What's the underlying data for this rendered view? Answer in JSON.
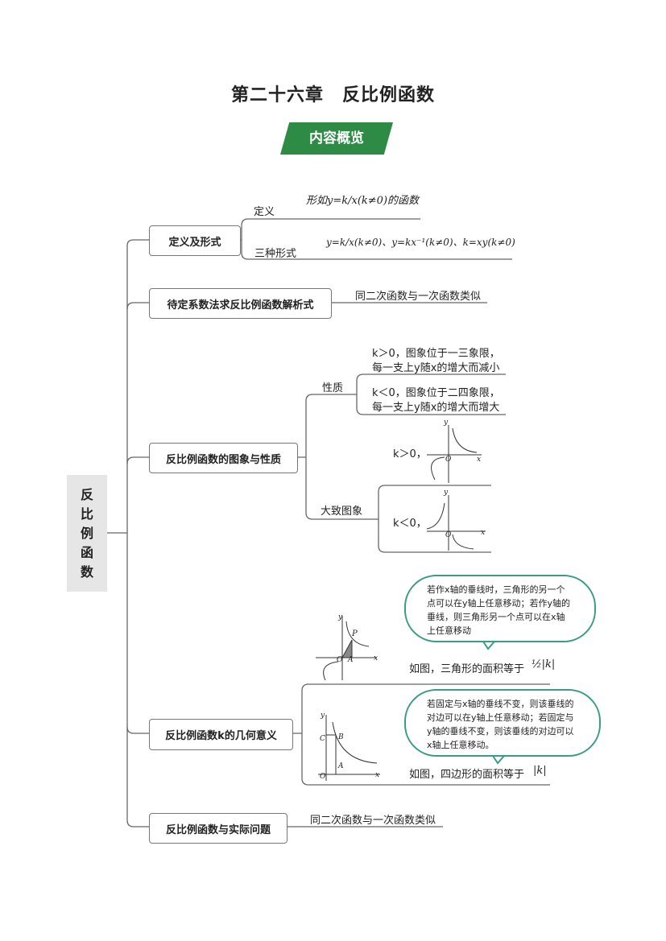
{
  "title": "第二十六章　反比例函数",
  "banner": "内容概览",
  "root": [
    "反",
    "比",
    "例",
    "函",
    "数"
  ],
  "branches": [
    {
      "label": "定义及形式",
      "children": [
        {
          "label": "定义",
          "content": "形如y=k/x(k≠0)的函数"
        },
        {
          "label": "三种形式",
          "content": "y=k/x(k≠0)、y=kx⁻¹(k≠0)、k=xy(k≠0)"
        }
      ]
    },
    {
      "label": "待定系数法求反比例函数解析式",
      "content": "同二次函数与一次函数类似"
    },
    {
      "label": "反比例函数的图象与性质",
      "children": [
        {
          "label": "性质",
          "items": [
            "k＞0，图象位于一三象限，",
            "每一支上y随x的增大而减小",
            "k＜0，图象位于二四象限，",
            "每一支上y随x的增大而增大"
          ]
        },
        {
          "label": "大致图象",
          "items": [
            "k＞0，",
            "k＜0，"
          ]
        }
      ]
    },
    {
      "label": "反比例函数k的几何意义",
      "children": [
        {
          "bubble": "若作x轴的垂线时，三角形的另一个点可以在y轴上任意移动；若作y轴的垂线，则三角形另一个点可以在x轴上任意移动",
          "caption": "如图，三角形的面积等于",
          "formula": "½|k|"
        },
        {
          "bubble": "若固定与x轴的垂线不变，则该垂线的对边可以在y轴上任意移动；若固定与y轴的垂线不变，则该垂线的对边可以x轴上任意移动。",
          "caption": "如图，四边形的面积等于",
          "formula": "|k|"
        }
      ]
    },
    {
      "label": "反比例函数与实际问题",
      "content": "同二次函数与一次函数类似"
    }
  ],
  "graph_labels": {
    "x": "x",
    "y": "y",
    "o": "O",
    "p": "P",
    "a": "A",
    "b": "B",
    "c": "C"
  }
}
